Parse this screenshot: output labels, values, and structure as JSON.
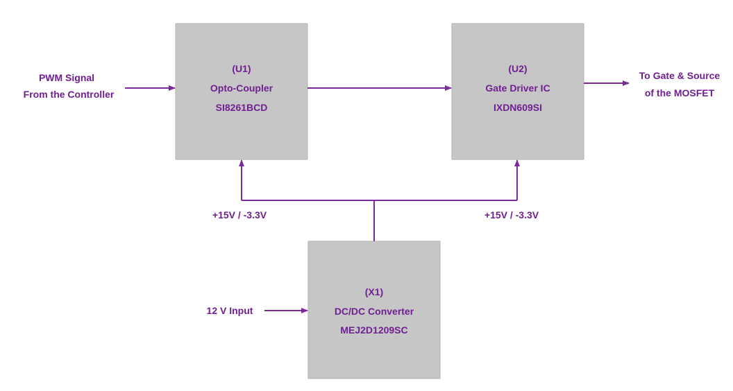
{
  "colors": {
    "block_fill": "#c6c6c6",
    "wire": "#7a2a9c",
    "text": "#6f1f91"
  },
  "inputs": {
    "pwm": {
      "line1": "PWM Signal",
      "line2": "From the Controller"
    },
    "supply": {
      "line1": "12 V Input"
    }
  },
  "output": {
    "line1": "To Gate & Source",
    "line2": "of the MOSFET"
  },
  "blocks": {
    "u1": {
      "ref": "(U1)",
      "name": "Opto-Coupler",
      "part": "SI8261BCD"
    },
    "u2": {
      "ref": "(U2)",
      "name": "Gate Driver IC",
      "part": "IXDN609SI"
    },
    "x1": {
      "ref": "(X1)",
      "name": "DC/DC Converter",
      "part": "MEJ2D1209SC"
    }
  },
  "rails": {
    "left": "+15V / -3.3V",
    "right": "+15V / -3.3V"
  }
}
